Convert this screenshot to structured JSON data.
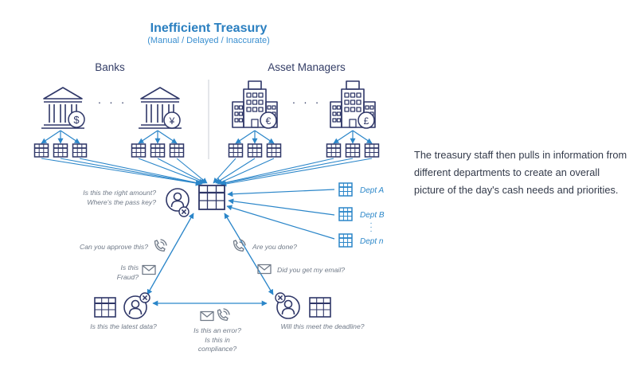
{
  "title": "Inefficient Treasury",
  "subtitle": "(Manual / Delayed / Inaccurate)",
  "banks_heading": "Banks",
  "asset_managers_heading": "Asset Managers",
  "ellipsis": "· · ·",
  "vertical_ellipsis": "·",
  "questions": {
    "right_amount": "Is this the right amount?",
    "pass_key": "Where's the pass key?",
    "approve": "Can you approve this?",
    "fraud_1": "Is this",
    "fraud_2": "Fraud?",
    "done": "Are you done?",
    "email": "Did you get my email?",
    "latest_data": "Is this the latest data?",
    "deadline": "Will this meet the deadline?",
    "error": "Is this an error?",
    "compliance_1": "Is this in",
    "compliance_2": "compliance?"
  },
  "departments": [
    "Dept A",
    "Dept B",
    "Dept n"
  ],
  "currencies": [
    "$",
    "¥",
    "€",
    "£"
  ],
  "description": "The treasury staff then pulls in information from different departments to create an overall picture of the day's cash needs and priorities.",
  "colors": {
    "navy": "#2f3768",
    "blue": "#2b86c9",
    "title": "#2a7fc0",
    "grey": "#707a88",
    "divider": "#c8ccd4"
  },
  "icons": [
    "bank-icon",
    "office-building-icon",
    "spreadsheet-icon",
    "person-icon",
    "phone-icon",
    "envelope-icon",
    "close-badge-icon"
  ]
}
